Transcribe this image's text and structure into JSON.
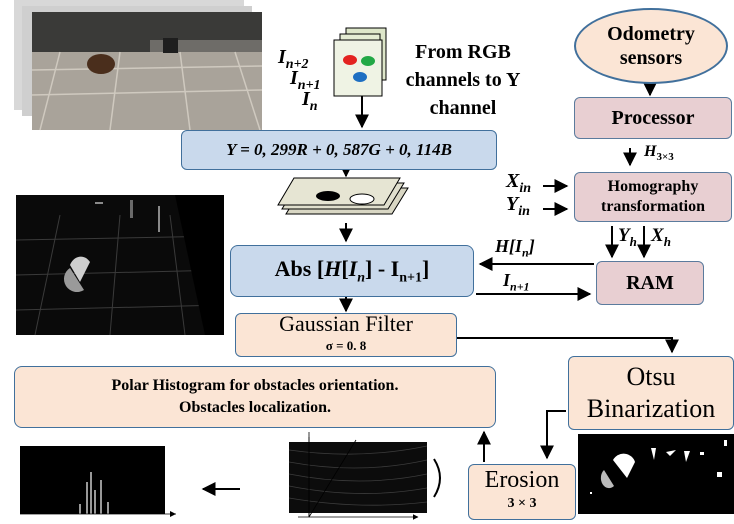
{
  "rgb_note": {
    "line1": "From RGB",
    "line2": "channels to Y",
    "line3": "channel"
  },
  "frames": {
    "i_n2": "I",
    "i_n2_sub": "n+2",
    "i_n1": "I",
    "i_n1_sub": "n+1",
    "i_n": "I",
    "i_n_sub": "n"
  },
  "formula": "Y = 0, 299R + 0, 587G + 0, 114B",
  "odometry": {
    "line1": "Odometry",
    "line2": "sensors"
  },
  "processor": "Processor",
  "h_matrix": {
    "main": "H",
    "sub": "3×3"
  },
  "homography": {
    "line1": "Homography",
    "line2": "transformation"
  },
  "xin": {
    "main": "X",
    "sub": "in"
  },
  "yin": {
    "main": "Y",
    "sub": "in"
  },
  "yh": {
    "main": "Y",
    "sub": "h"
  },
  "xh": {
    "main": "X",
    "sub": "h"
  },
  "ram": "RAM",
  "h_in": {
    "pre": "H[",
    "main": "I",
    "sub": "n",
    "post": "]"
  },
  "i_next": {
    "main": "I",
    "sub": "n+1"
  },
  "abs": {
    "pre": "Abs [",
    "h": "H",
    "mid": "[",
    "i": "I",
    "i_sub": "n",
    "close": "]",
    "minus": " - ",
    "i2": "I",
    "i2_sub": "n+1",
    "end": "]"
  },
  "gaussian": {
    "title": "Gaussian Filter",
    "sigma": "σ =  0. 8"
  },
  "otsu": {
    "line1": "Otsu",
    "line2": "Binarization"
  },
  "polar": {
    "line1": "Polar Histogram for obstacles orientation.",
    "line2": "Obstacles localization."
  },
  "erosion": {
    "title": "Erosion",
    "size": "3 × 3"
  }
}
